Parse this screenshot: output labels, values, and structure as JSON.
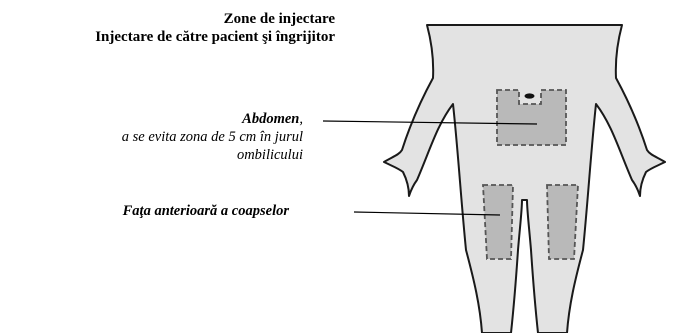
{
  "title": {
    "line1": "Zone de injectare",
    "line2": "Injectare de către pacient şi îngrijitor"
  },
  "labels": {
    "abdomen_name": "Abdomen",
    "abdomen_suffix": ",",
    "abdomen_note_line1": "a se evita zona de 5 cm în jurul",
    "abdomen_note_line2": "ombilicului",
    "thighs": "Faţa anterioară a coapselor"
  },
  "colors": {
    "body_fill": "#e3e3e3",
    "body_outline": "#1a1a1a",
    "zone_fill": "#b9b9b9",
    "zone_border": "#555555"
  }
}
